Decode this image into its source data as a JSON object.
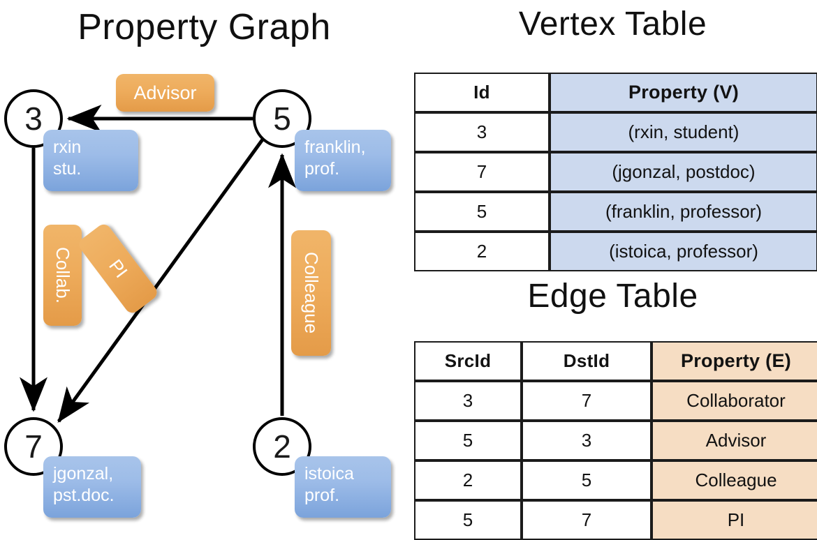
{
  "titles": {
    "property_graph": "Property Graph",
    "vertex_table": "Vertex Table",
    "edge_table": "Edge Table"
  },
  "graph": {
    "nodes": [
      {
        "id": "3",
        "property_label": "rxin\nstu."
      },
      {
        "id": "5",
        "property_label": "franklin,\nprof."
      },
      {
        "id": "7",
        "property_label": "jgonzal,\npst.doc."
      },
      {
        "id": "2",
        "property_label": "istoica\nprof."
      }
    ],
    "edge_labels": [
      {
        "name": "advisor",
        "text": "Advisor"
      },
      {
        "name": "collab",
        "text": "Collab."
      },
      {
        "name": "pi",
        "text": "PI"
      },
      {
        "name": "colleague",
        "text": "Colleague"
      }
    ],
    "edges": [
      {
        "src": "5",
        "dst": "3",
        "label": "Advisor"
      },
      {
        "src": "3",
        "dst": "7",
        "label": "Collab."
      },
      {
        "src": "5",
        "dst": "7",
        "label": "PI"
      },
      {
        "src": "2",
        "dst": "5",
        "label": "Colleague"
      }
    ]
  },
  "vertex_table": {
    "headers": [
      "Id",
      "Property (V)"
    ],
    "rows": [
      {
        "id": "3",
        "property": "(rxin, student)"
      },
      {
        "id": "7",
        "property": "(jgonzal, postdoc)"
      },
      {
        "id": "5",
        "property": "(franklin, professor)"
      },
      {
        "id": "2",
        "property": "(istoica, professor)"
      }
    ]
  },
  "edge_table": {
    "headers": [
      "SrcId",
      "DstId",
      "Property (E)"
    ],
    "rows": [
      {
        "src": "3",
        "dst": "7",
        "property": "Collaborator"
      },
      {
        "src": "5",
        "dst": "3",
        "property": "Advisor"
      },
      {
        "src": "2",
        "dst": "5",
        "property": "Colleague"
      },
      {
        "src": "5",
        "dst": "7",
        "property": "PI"
      }
    ]
  },
  "colors": {
    "vertex_property_fill": "#ccd9ee",
    "edge_property_fill": "#f6ddc3",
    "node_property_box": "#9dbce8",
    "edge_label_box": "#eeac5c",
    "stroke": "#000000"
  }
}
